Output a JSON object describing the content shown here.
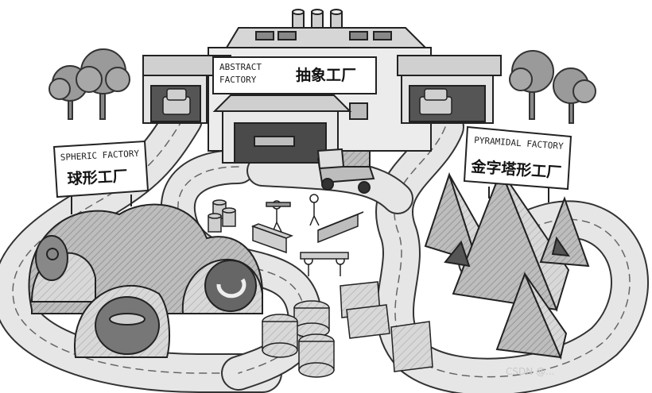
{
  "signs": {
    "abstract": {
      "en_line1": "ABSTRACT",
      "en_line2": "FACTORY",
      "cn": "抽象工厂"
    },
    "spheric": {
      "en": "SPHERIC FACTORY",
      "cn": "球形工厂"
    },
    "pyramidal": {
      "en": "PYRAMIDAL FACTORY",
      "cn": "金字塔形工厂"
    }
  },
  "watermark": "CSDN @..."
}
